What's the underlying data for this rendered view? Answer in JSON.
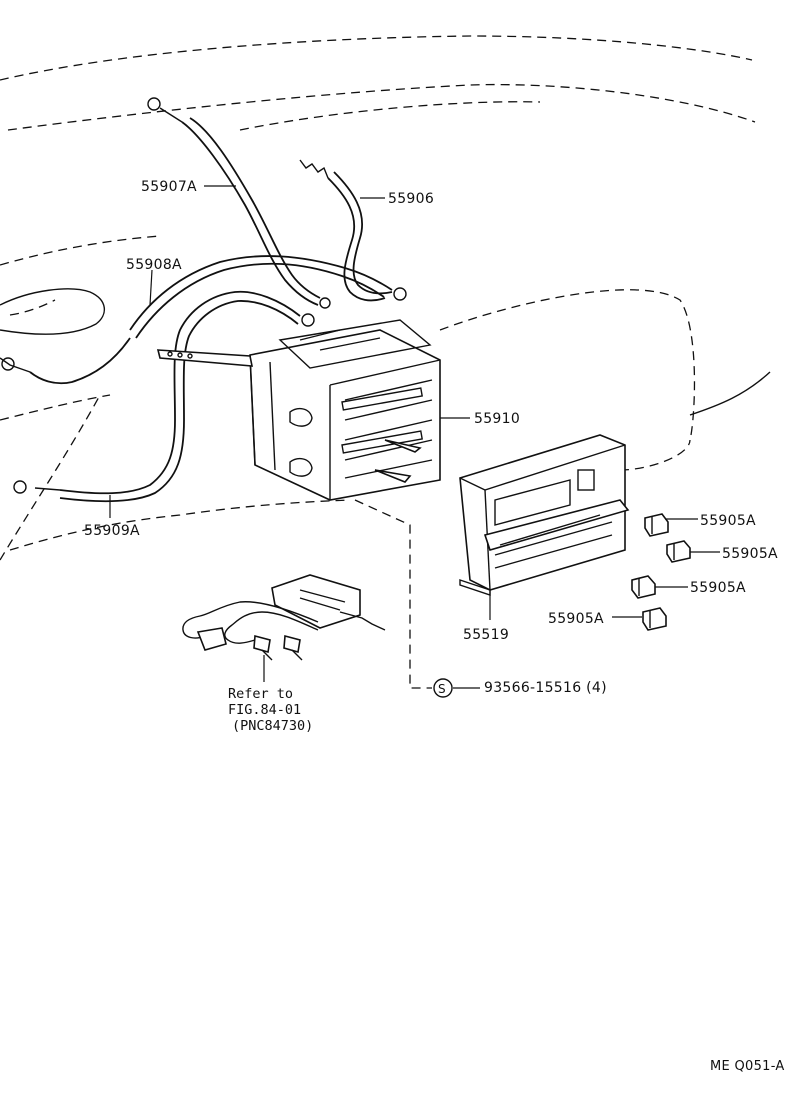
{
  "parts": {
    "p55907A": "55907A",
    "p55906": "55906",
    "p55908A": "55908A",
    "p55910": "55910",
    "p55909A": "55909A",
    "p55519": "55519",
    "p55905A_1": "55905A",
    "p55905A_2": "55905A",
    "p55905A_3": "55905A",
    "p55905A_4": "55905A",
    "screw_symbol": "S",
    "screw_part": "93566-15516 (4)"
  },
  "reference": {
    "line1": "Refer to",
    "line2": "FIG.84-01",
    "line3": "(PNC84730)"
  },
  "footer": {
    "code": "ME  Q051-A"
  }
}
